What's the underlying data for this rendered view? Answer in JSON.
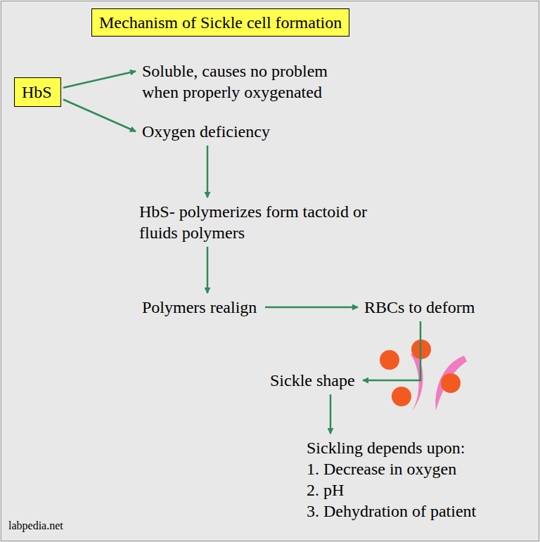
{
  "diagram": {
    "title": "Mechanism of Sickle cell formation",
    "nodes": [
      {
        "text": [
          "HbS"
        ]
      },
      {
        "text": [
          "Soluble, causes no problem when properly oxygenated"
        ]
      },
      {
        "text": [
          "Oxygen deficiency"
        ]
      },
      {
        "text": [
          "HbS- polymerizes form tactoid or fluids polymers"
        ]
      },
      {
        "text": [
          "Polymers realign"
        ]
      },
      {
        "text": [
          "RBCs to deform"
        ]
      },
      {
        "text": [
          "Sickle shape"
        ]
      },
      {
        "text": [
          "Sickling depends upon:",
          "1. Decrease in oxygen",
          "2. pH",
          "3. Dehydration of patient"
        ]
      }
    ],
    "edges": [
      {
        "from": 0,
        "to": 1,
        "arrow": "to"
      },
      {
        "from": 0,
        "to": 2,
        "arrow": "to"
      },
      {
        "from": 2,
        "to": 3,
        "arrow": "to"
      },
      {
        "from": 3,
        "to": 4,
        "arrow": "to"
      },
      {
        "from": 4,
        "to": 5,
        "arrow": "to"
      },
      {
        "from": 5,
        "to": 6,
        "arrow": "to"
      },
      {
        "from": 6,
        "to": 7,
        "arrow": "to"
      }
    ],
    "labels": [
      "labpedia.net"
    ]
  }
}
